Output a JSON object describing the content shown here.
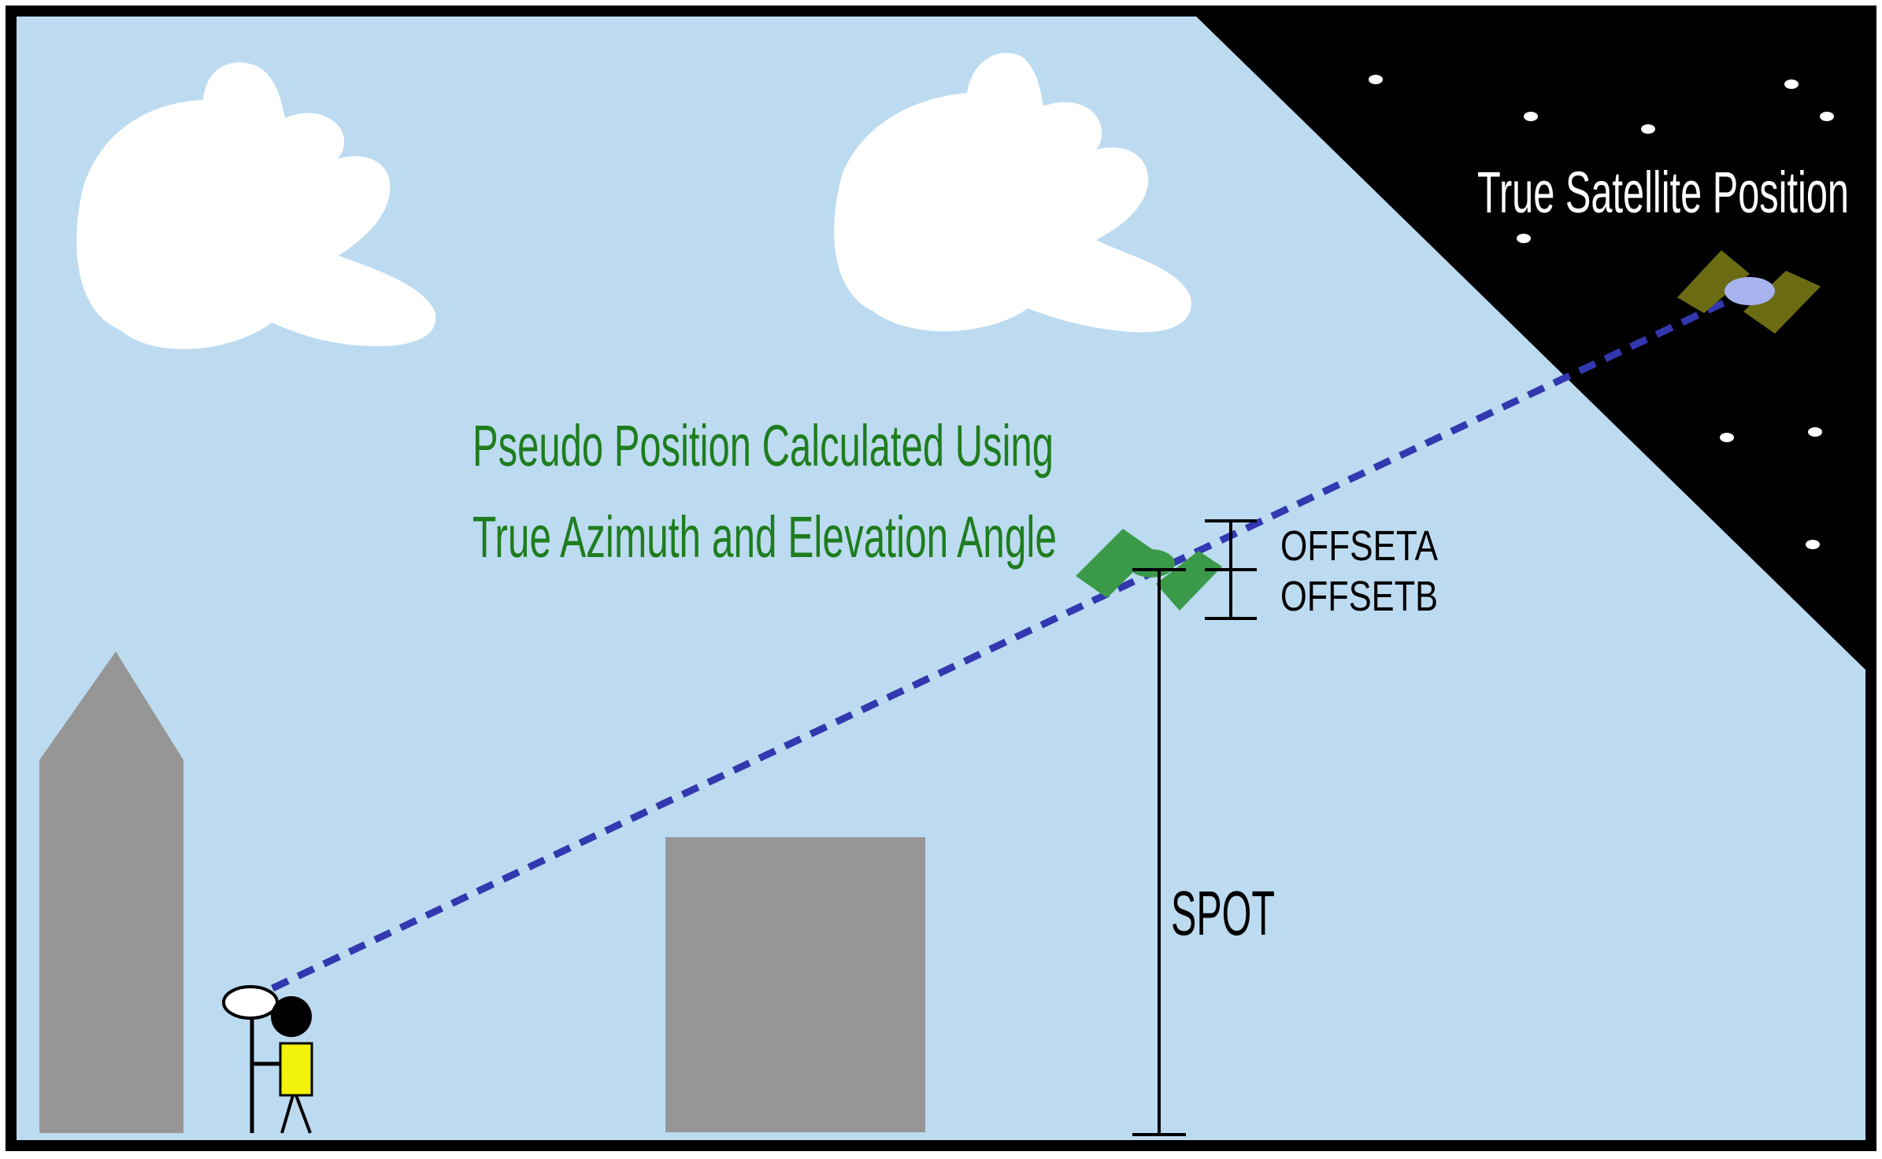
{
  "labels": {
    "pseudo_line1": "Pseudo Position Calculated Using",
    "pseudo_line2": "True Azimuth and Elevation Angle",
    "true_satellite": "True Satellite Position",
    "offset_a": "OFFSETA",
    "offset_b": "OFFSETB",
    "spot": "SPOT"
  },
  "colors": {
    "sky": "#bddbf0",
    "space": "#000000",
    "frame": "#000000",
    "cloud": "#ffffff",
    "building": "#969696",
    "sight_line": "#3238b0",
    "pseudo_label": "#1e7d1e",
    "pseudo_satellite_panel": "#3a9a4a",
    "true_satellite_panel": "#6b6b14",
    "true_satellite_body": "#a8b4f0",
    "star": "#ffffff",
    "observer_body": "#f2f20a",
    "antenna": "#ffffff"
  },
  "icons": {
    "pseudo_satellite": "satellite-icon",
    "true_satellite": "satellite-icon",
    "observer": "person-with-gnss-antenna-icon",
    "clouds": "cloud-icon"
  }
}
